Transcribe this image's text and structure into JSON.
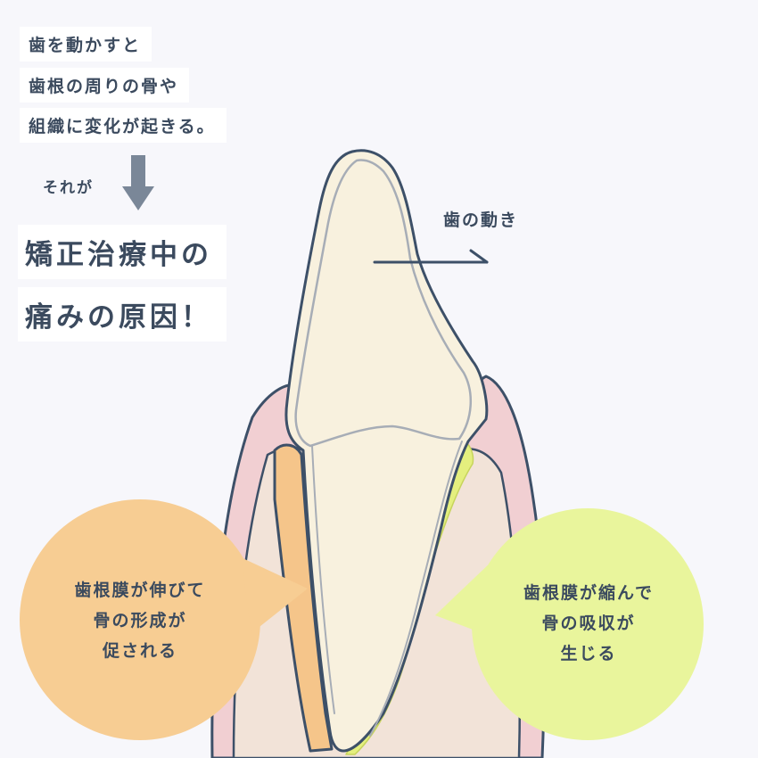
{
  "intro": {
    "lines": [
      "歯を動かすと",
      "歯根の周りの骨や",
      "組織に変化が起きる。"
    ]
  },
  "transition_label": "それが",
  "headline": {
    "lines": [
      "矯正治療中の",
      "痛みの原因！"
    ]
  },
  "tooth_motion_label": "歯の動き",
  "left_bubble": {
    "lines": [
      "歯根膜が伸びて",
      "骨の形成が",
      "促される"
    ],
    "color": "#f7cd93"
  },
  "right_bubble": {
    "lines": [
      "歯根膜が縮んで",
      "骨の吸収が",
      "生じる"
    ],
    "color": "#e9f59c"
  },
  "colors": {
    "text": "#3b4a5e",
    "outline": "#3d5068",
    "gum": "#f1cfd2",
    "bone": "#f2e3d8",
    "tooth": "#f8f1de",
    "ligament_stretched": "#f5c58a",
    "ligament_compressed": "#e4ef7e",
    "arrow": "#7a8798"
  }
}
